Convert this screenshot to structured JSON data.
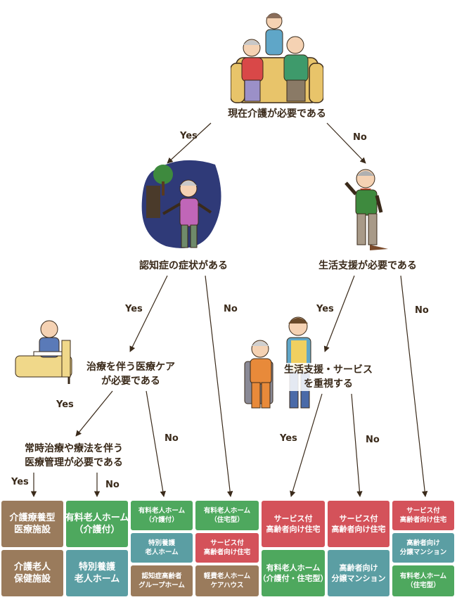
{
  "questions": {
    "q_care_needed": "現在介護が必要である",
    "q_dementia": "認知症の症状がある",
    "q_life_support": "生活支援が必要である",
    "q_medical_care_1": "治療を伴う医療ケア",
    "q_medical_care_2": "が必要である",
    "q_service_1": "生活支援・サービス",
    "q_service_2": "を重視する",
    "q_constant_1": "常時治療や療法を伴う",
    "q_constant_2": "医療管理が必要である"
  },
  "answers": {
    "yes": "Yes",
    "no": "No"
  },
  "colors": {
    "brown": "#9a7b5c",
    "green": "#4ea85e",
    "red": "#d4525a",
    "teal": "#5b9ea3"
  },
  "facilities": {
    "col1": [
      {
        "l1": "介護療養型",
        "l2": "医療施設"
      },
      {
        "l1": "介護老人",
        "l2": "保健施設"
      }
    ],
    "col2": [
      {
        "l1": "有料老人ホーム",
        "l2": "（介護付）"
      },
      {
        "l1": "特別養護",
        "l2": "老人ホーム"
      }
    ],
    "col3": [
      {
        "l1": "有料老人ホーム",
        "l2": "（介護付）"
      },
      {
        "l1": "特別養護",
        "l2": "老人ホーム"
      },
      {
        "l1": "認知症高齢者",
        "l2": "グループホーム"
      }
    ],
    "col4": [
      {
        "l1": "有料老人ホーム",
        "l2": "（住宅型）"
      },
      {
        "l1": "サービス付",
        "l2": "高齢者向け住宅"
      },
      {
        "l1": "軽費老人ホーム",
        "l2": "ケアハウス"
      }
    ],
    "col5": [
      {
        "l1": "サービス付",
        "l2": "高齢者向け住宅"
      },
      {
        "l1": "有料老人ホーム",
        "l2": "（介護付・住宅型）"
      }
    ],
    "col6": [
      {
        "l1": "サービス付",
        "l2": "高齢者向け住宅"
      },
      {
        "l1": "高齢者向け",
        "l2": "分譲マンション"
      }
    ],
    "col7": [
      {
        "l1": "サービス付",
        "l2": "高齢者向け住宅"
      },
      {
        "l1": "高齢者向け",
        "l2": "分譲マンション"
      },
      {
        "l1": "有料老人ホーム",
        "l2": "（住宅型）"
      }
    ]
  }
}
